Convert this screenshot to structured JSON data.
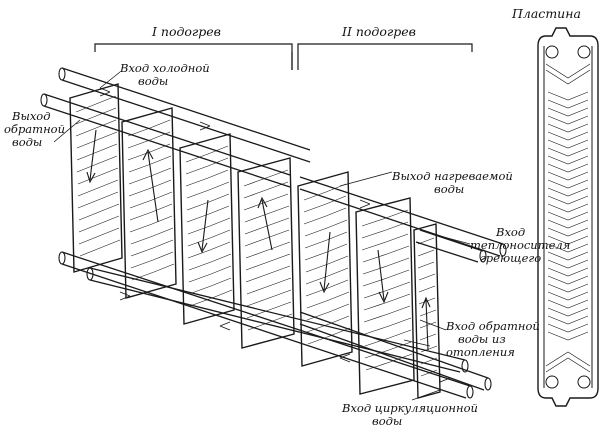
{
  "headers": {
    "stage1": "I подогрев",
    "stage2": "II подогрев",
    "plate": "Пластина"
  },
  "labels": {
    "cold_in_1": "Вход холодной",
    "cold_in_2": "воды",
    "return_out_1": "Выход",
    "return_out_2": "обратной",
    "return_out_3": "воды",
    "heated_out_1": "Выход нагреваемой",
    "heated_out_2": "воды",
    "heating_in_1": "Вход",
    "heating_in_2": "теплоносителя",
    "heating_in_3": "греющего",
    "return_in_1": "Вход обратной",
    "return_in_2": "воды из",
    "return_in_3": "отопления",
    "circ_in_1": "Вход циркуляционной",
    "circ_in_2": "воды"
  }
}
